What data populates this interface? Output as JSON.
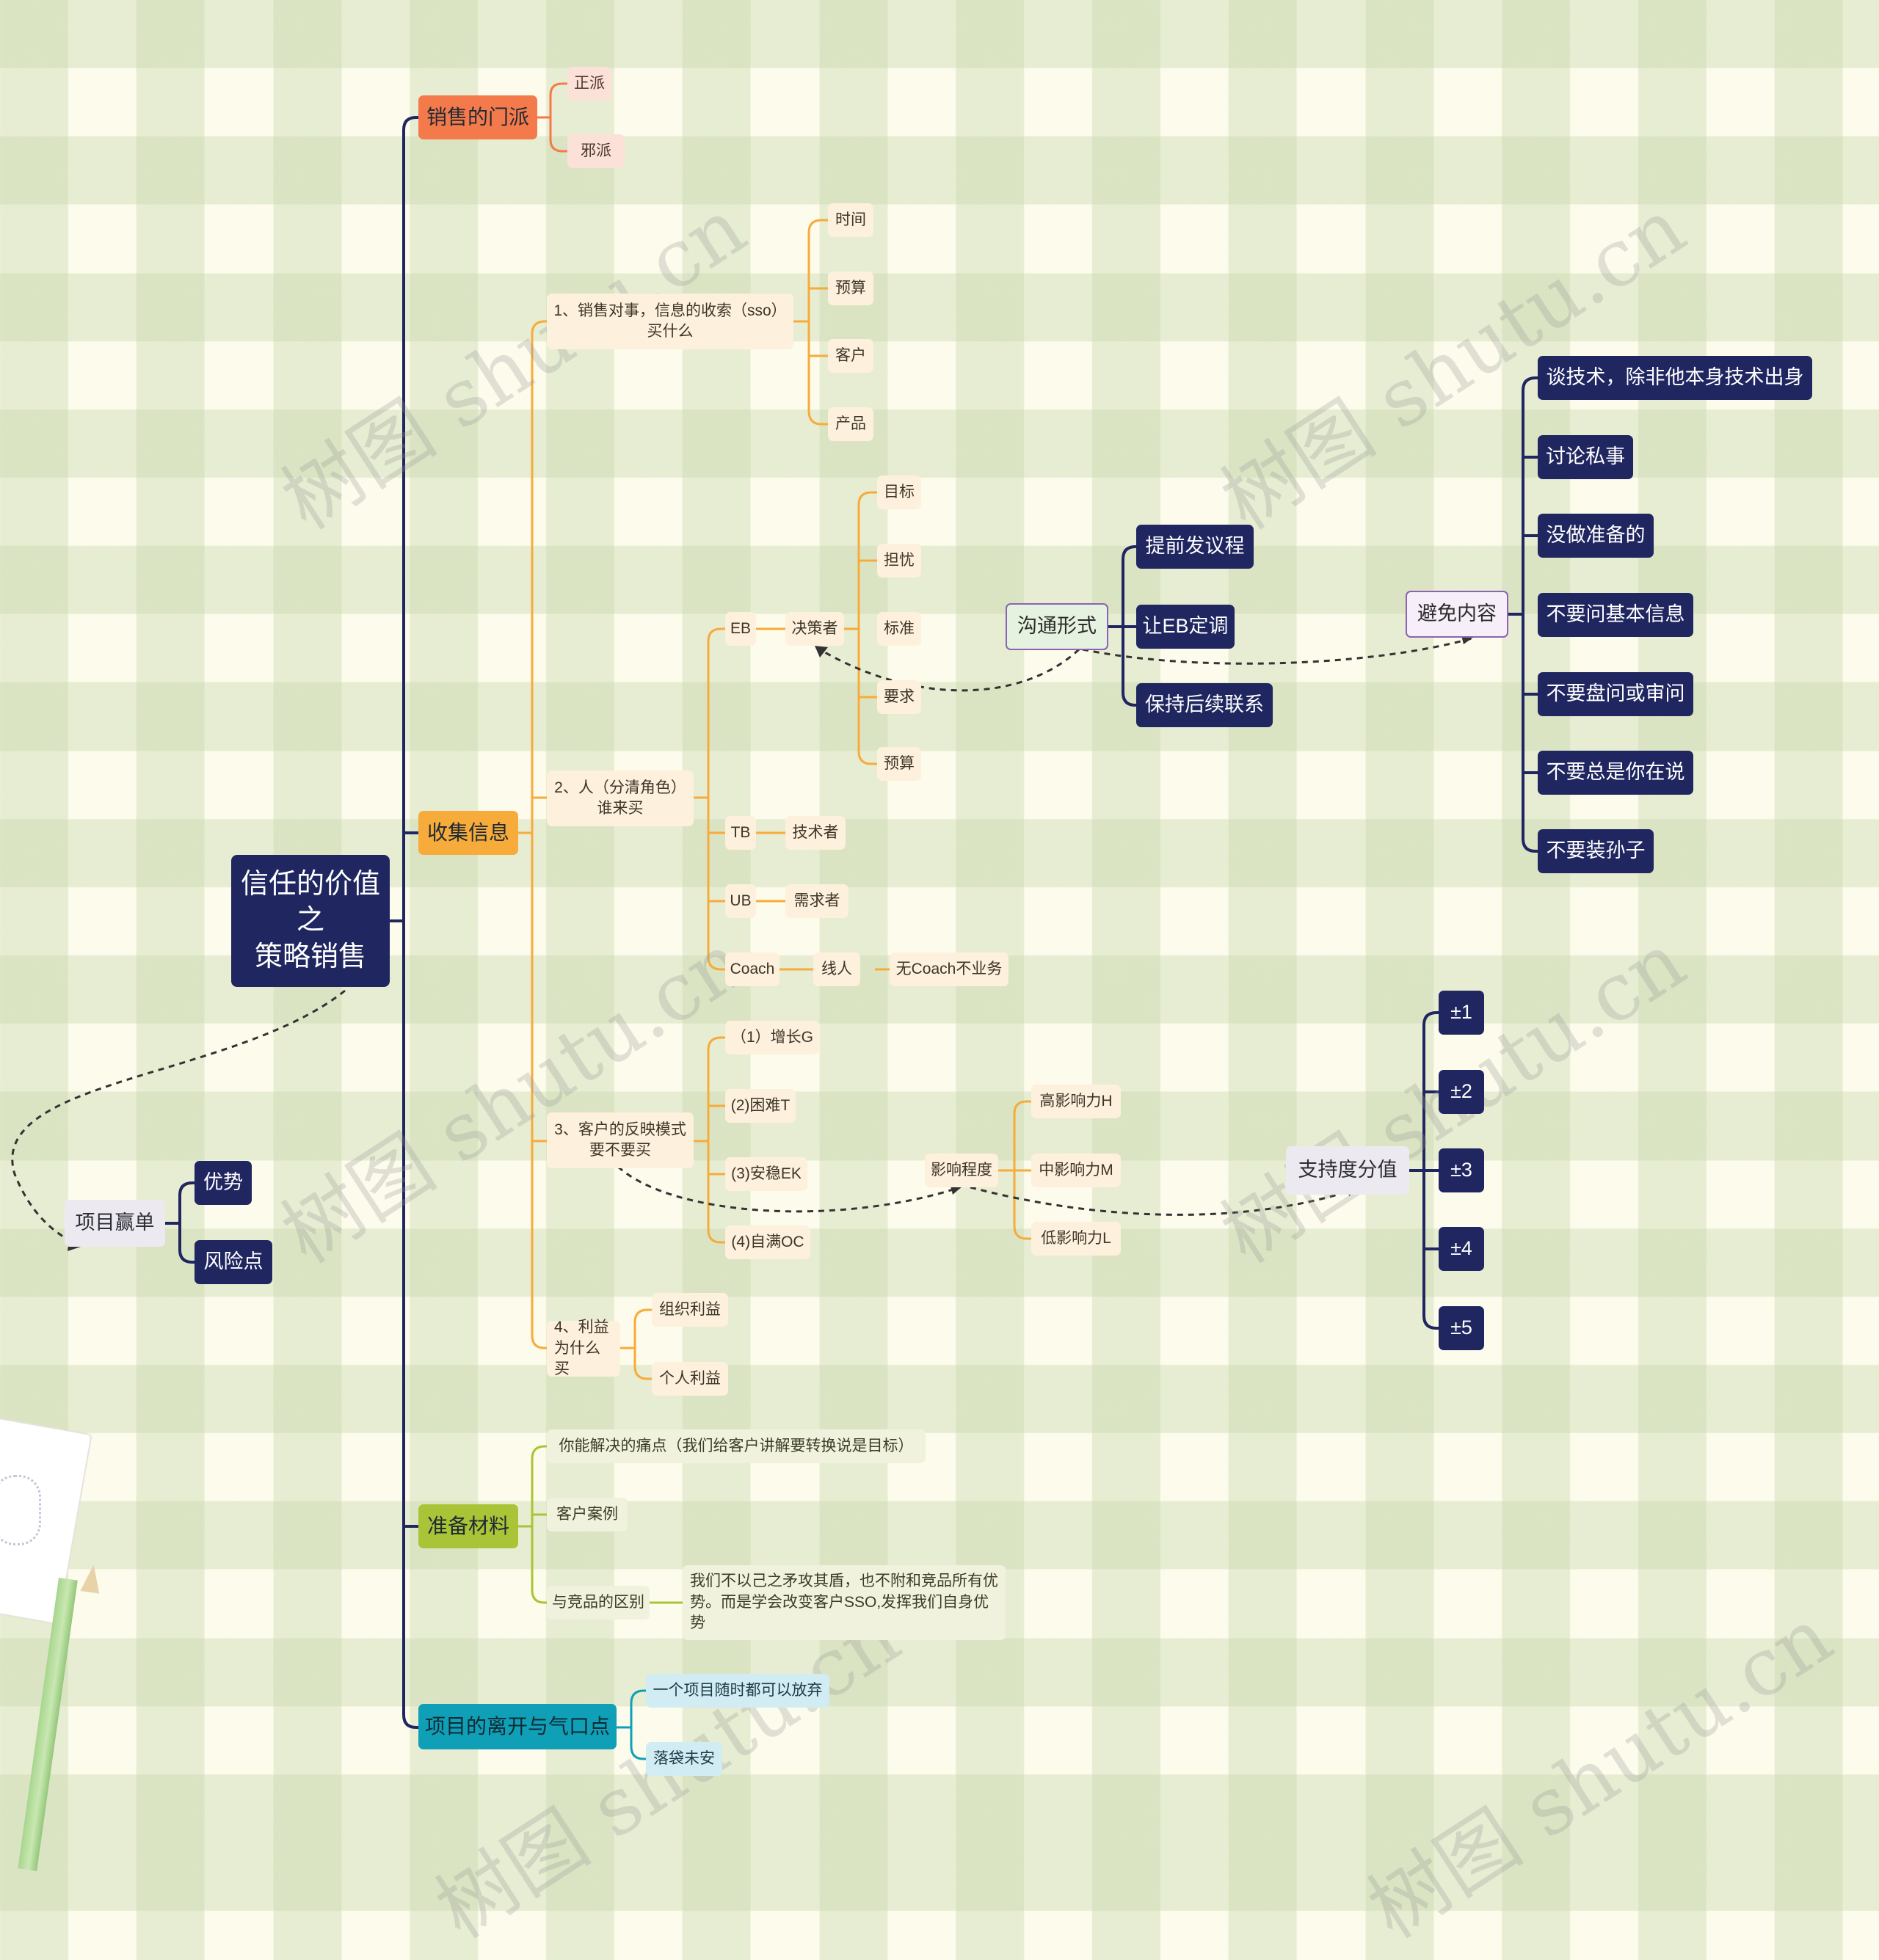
{
  "root": {
    "line1": "信任的价值",
    "line2": "之",
    "line3": "策略销售"
  },
  "branches": {
    "school": {
      "label": "销售的门派",
      "items": [
        "正派",
        "邪派"
      ]
    },
    "collect": {
      "label": "收集信息",
      "sso": {
        "label": "1、销售对事，信息的收索（sso）买什么",
        "items": [
          "时间",
          "预算",
          "客户",
          "产品"
        ]
      },
      "people": {
        "label": "2、人（分清角色）谁来买",
        "eb": "EB",
        "decider": "决策者",
        "eb_items": [
          "目标",
          "担忧",
          "标准",
          "要求",
          "预算"
        ],
        "tb": "TB",
        "tech": "技术者",
        "ub": "UB",
        "user": "需求者",
        "coach": "Coach",
        "insider": "线人",
        "no_coach": "无Coach不业务"
      },
      "reaction": {
        "label": "3、客户的反映模式要不要买",
        "items": [
          "（1）增长G",
          "(2)困难T",
          "(3)安稳EK",
          "(4)自满OC"
        ]
      },
      "benefit": {
        "label": "4、利益为什么买",
        "items": [
          "组织利益",
          "个人利益"
        ]
      }
    },
    "prepare": {
      "label": "准备材料",
      "pain": "你能解决的痛点（我们给客户讲解要转换说是目标）",
      "case": "客户案例",
      "diff": "与竞品的区别",
      "diff_desc": "我们不以己之矛攻其盾，也不附和竞品所有优势。而是学会改变客户SSO,发挥我们自身优势"
    },
    "leave": {
      "label": "项目的离开与气口点",
      "items": [
        "一个项目随时都可以放弃",
        "落袋未安"
      ]
    }
  },
  "communication": {
    "label": "沟通形式",
    "items": [
      "提前发议程",
      "让EB定调",
      "保持后续联系"
    ]
  },
  "avoid": {
    "label": "避免内容",
    "items": [
      "谈技术，除非他本身技术出身",
      "讨论私事",
      "没做准备的",
      "不要问基本信息",
      "不要盘问或审问",
      "不要总是你在说",
      "不要装孙子"
    ]
  },
  "influence": {
    "label": "影响程度",
    "items": [
      "高影响力H",
      "中影响力M",
      "低影响力L"
    ]
  },
  "support": {
    "label": "支持度分值",
    "items": [
      "±1",
      "±2",
      "±3",
      "±4",
      "±5"
    ]
  },
  "win": {
    "label": "项目赢单",
    "items": [
      "优势",
      "风险点"
    ]
  },
  "watermark": "树图 shutu.cn",
  "colors": {
    "navy": "#1f2660",
    "orange": "#f47a4c",
    "yellow": "#f7ab3a",
    "green": "#a9c436",
    "teal": "#0fa0b8"
  }
}
